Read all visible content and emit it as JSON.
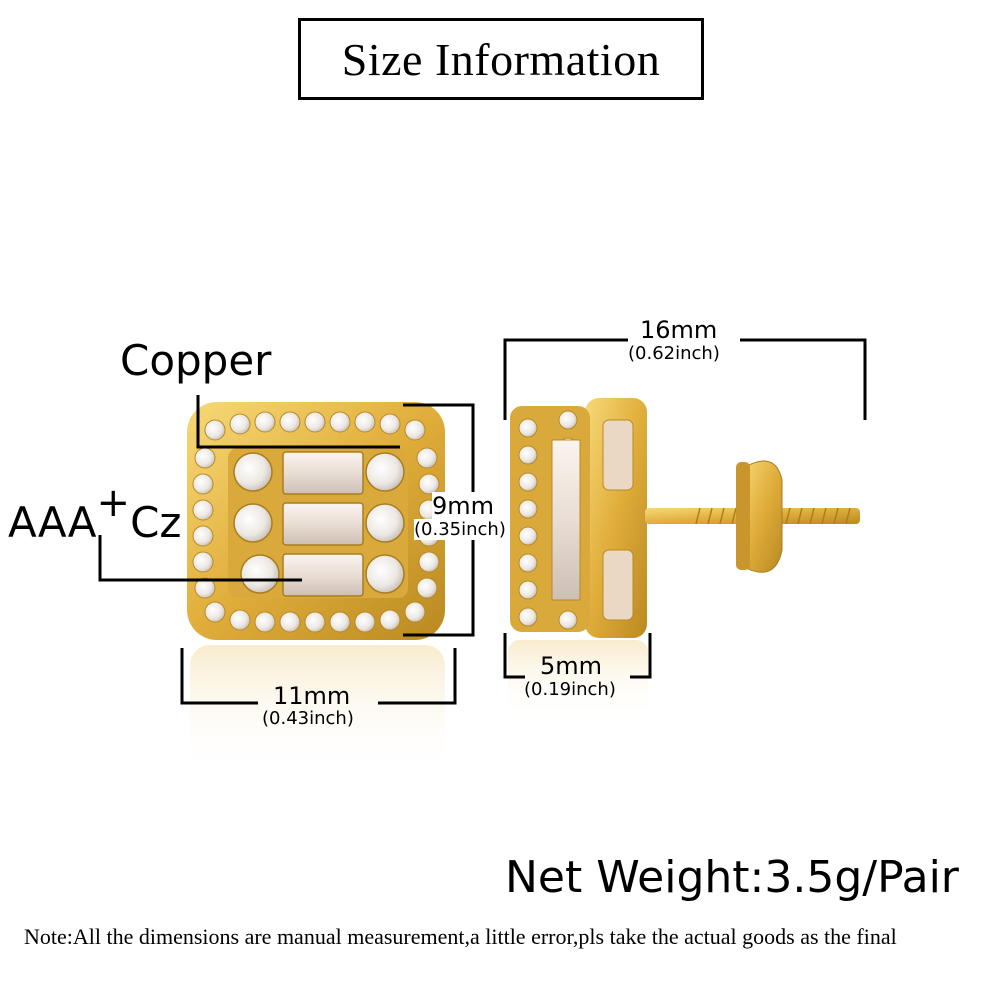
{
  "title": "Size Information",
  "labels": {
    "material": "Copper",
    "stone_main": "AAA",
    "stone_plus": "+",
    "stone_suffix": "Cz"
  },
  "dimensions": {
    "length": {
      "mm": "16mm",
      "inch": "(0.62inch)"
    },
    "height": {
      "mm": "9mm",
      "inch": "(0.35inch)"
    },
    "width": {
      "mm": "11mm",
      "inch": "(0.43inch)"
    },
    "depth": {
      "mm": "5mm",
      "inch": "(0.19inch)"
    }
  },
  "net_weight": "Net Weight:3.5g/Pair",
  "note": "Note:All the dimensions are manual measurement,a little error,pls take the actual goods as the final",
  "colors": {
    "gold": "#e8b84a",
    "gold_dark": "#b98a22",
    "stone": "#f4f1ee",
    "line": "#000000"
  }
}
